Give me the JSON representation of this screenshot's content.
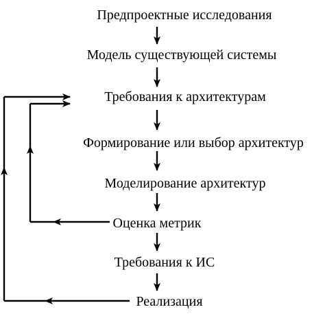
{
  "steps": [
    "Предпроектные исследования",
    "Модель существующей системы",
    "Требования к архитектурам",
    "Формирование или выбор архитектур",
    "Моделирование архитектур",
    "Оценка метрик",
    "Требования к ИС",
    "Реализация"
  ],
  "feedback": [
    {
      "from": "Оценка метрик",
      "to": "Требования к архитектурам"
    },
    {
      "from": "Реализация",
      "to": "Требования к архитектурам"
    }
  ]
}
